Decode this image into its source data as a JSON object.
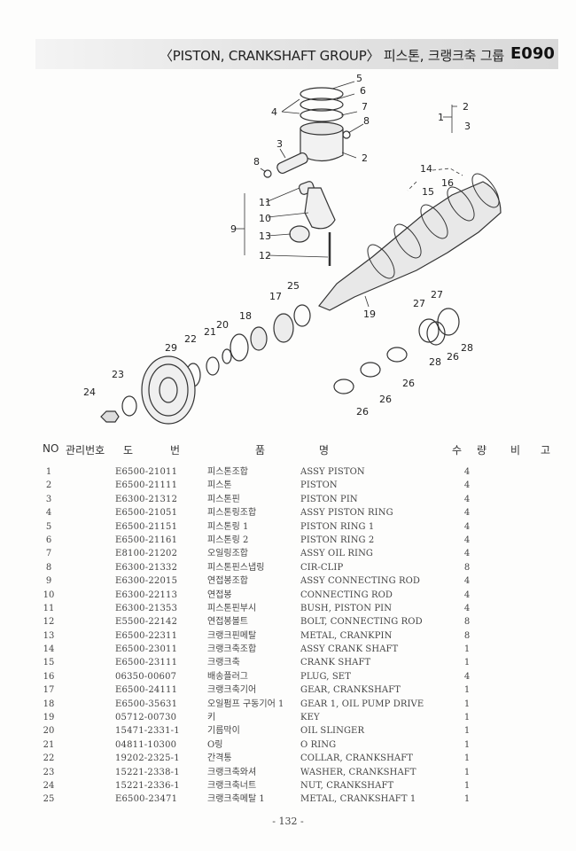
{
  "header": {
    "title": "〈PISTON, CRANKSHAFT GROUP〉 피스톤, 크랭크축 그룹",
    "code": "E090"
  },
  "diagram": {
    "callouts": [
      "1",
      "2",
      "3",
      "4",
      "5",
      "6",
      "7",
      "8",
      "8",
      "2",
      "3",
      "9",
      "10",
      "11",
      "12",
      "13",
      "14",
      "15",
      "16",
      "17",
      "18",
      "19",
      "20",
      "21",
      "22",
      "23",
      "24",
      "25",
      "26",
      "26",
      "26",
      "26",
      "27",
      "27",
      "28",
      "28",
      "29"
    ]
  },
  "table": {
    "headers": [
      "NO",
      "관리번호",
      "도",
      "번",
      "품",
      "명",
      "수",
      "량",
      "비",
      "고"
    ],
    "rows": [
      {
        "no": "1",
        "code": "E6500-21011",
        "ko": "피스톤조합",
        "en": "ASSY PISTON",
        "qty": "4"
      },
      {
        "no": "2",
        "code": "E6500-21111",
        "ko": "피스톤",
        "en": "PISTON",
        "qty": "4"
      },
      {
        "no": "3",
        "code": "E6300-21312",
        "ko": "피스톤핀",
        "en": "PISTON PIN",
        "qty": "4"
      },
      {
        "no": "4",
        "code": "E6500-21051",
        "ko": "피스톤링조합",
        "en": "ASSY PISTON RING",
        "qty": "4"
      },
      {
        "no": "5",
        "code": "E6500-21151",
        "ko": "피스톤링 1",
        "en": "PISTON RING 1",
        "qty": "4"
      },
      {
        "no": "6",
        "code": "E6500-21161",
        "ko": "피스톤링 2",
        "en": "PISTON RING 2",
        "qty": "4"
      },
      {
        "no": "7",
        "code": "E8100-21202",
        "ko": "오일링조합",
        "en": "ASSY OIL RING",
        "qty": "4"
      },
      {
        "no": "8",
        "code": "E6300-21332",
        "ko": "피스톤핀스냅링",
        "en": "CIR-CLIP",
        "qty": "8"
      },
      {
        "no": "9",
        "code": "E6300-22015",
        "ko": "연접봉조합",
        "en": "ASSY CONNECTING ROD",
        "qty": "4"
      },
      {
        "no": "10",
        "code": "E6300-22113",
        "ko": "연접봉",
        "en": "CONNECTING ROD",
        "qty": "4"
      },
      {
        "no": "11",
        "code": "E6300-21353",
        "ko": "피스톤핀부시",
        "en": "BUSH, PISTON PIN",
        "qty": "4"
      },
      {
        "no": "12",
        "code": "E5500-22142",
        "ko": "연접봉볼트",
        "en": "BOLT, CONNECTING ROD",
        "qty": "8"
      },
      {
        "no": "13",
        "code": "E6500-22311",
        "ko": "크랭크핀메탈",
        "en": "METAL, CRANKPIN",
        "qty": "8"
      },
      {
        "no": "14",
        "code": "E6500-23011",
        "ko": "크랭크축조합",
        "en": "ASSY CRANK SHAFT",
        "qty": "1"
      },
      {
        "no": "15",
        "code": "E6500-23111",
        "ko": "크랭크축",
        "en": "CRANK SHAFT",
        "qty": "1"
      },
      {
        "no": "16",
        "code": "06350-00607",
        "ko": "배송플러그",
        "en": "PLUG, SET",
        "qty": "4"
      },
      {
        "no": "17",
        "code": "E6500-24111",
        "ko": "크랭크축기어",
        "en": "GEAR, CRANKSHAFT",
        "qty": "1"
      },
      {
        "no": "18",
        "code": "E6500-35631",
        "ko": "오일펌프 구동기어 1",
        "en": "GEAR 1, OIL PUMP DRIVE",
        "qty": "1"
      },
      {
        "no": "19",
        "code": "05712-00730",
        "ko": "키",
        "en": "KEY",
        "qty": "1"
      },
      {
        "no": "20",
        "code": "15471-2331-1",
        "ko": "기름막이",
        "en": "OIL SLINGER",
        "qty": "1"
      },
      {
        "no": "21",
        "code": "04811-10300",
        "ko": "O링",
        "en": "O RING",
        "qty": "1"
      },
      {
        "no": "22",
        "code": "19202-2325-1",
        "ko": "간격통",
        "en": "COLLAR, CRANKSHAFT",
        "qty": "1"
      },
      {
        "no": "23",
        "code": "15221-2338-1",
        "ko": "크랭크축와셔",
        "en": "WASHER, CRANKSHAFT",
        "qty": "1"
      },
      {
        "no": "24",
        "code": "15221-2336-1",
        "ko": "크랭크축너트",
        "en": "NUT, CRANKSHAFT",
        "qty": "1"
      },
      {
        "no": "25",
        "code": "E6500-23471",
        "ko": "크랭크축메탈 1",
        "en": "METAL, CRANKSHAFT 1",
        "qty": "1"
      }
    ]
  },
  "footer": {
    "page": "- 132 -"
  }
}
